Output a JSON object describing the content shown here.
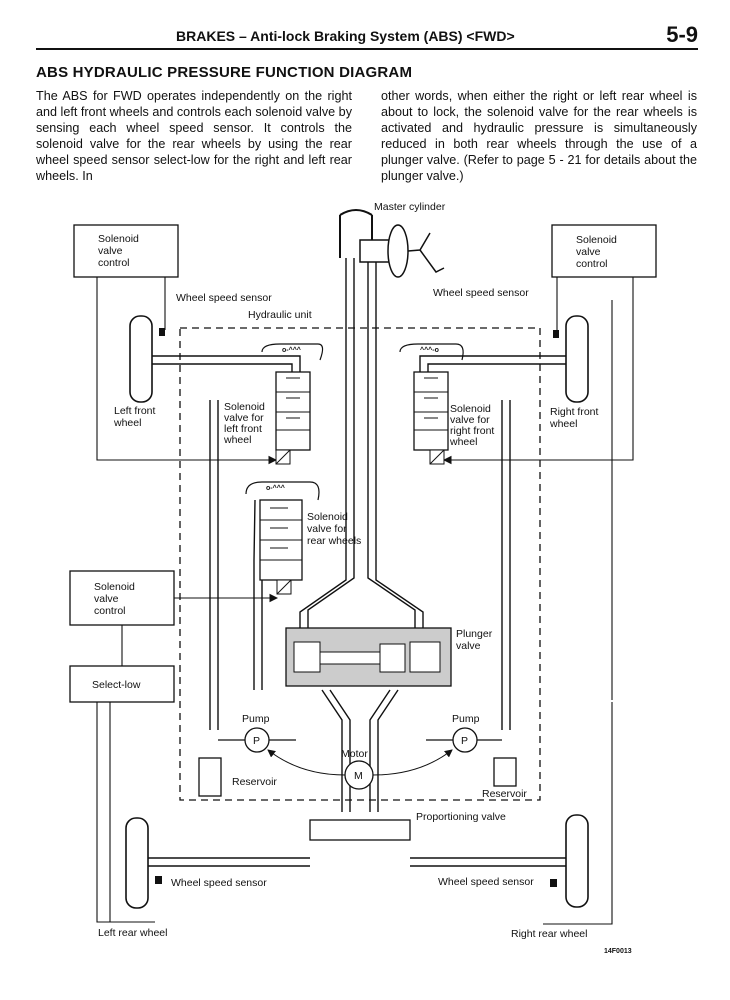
{
  "header": {
    "title": "BRAKES – Anti-lock Braking System (ABS) <FWD>",
    "page": "5-9"
  },
  "section_title": "ABS HYDRAULIC PRESSURE FUNCTION DIAGRAM",
  "body_left": "The ABS for FWD operates independently on the right and left front wheels and controls each solenoid valve by sensing each wheel speed sensor. It controls the solenoid valve for the rear wheels by using the rear wheel speed sensor select-low for the right and left rear wheels. In",
  "body_right": "other words, when either the right or left rear wheel is about to lock, the solenoid valve for the rear wheels is activated and hydraulic pressure is simultaneously reduced in both rear wheels through the use of a plunger valve. (Refer to page 5 - 21 for details about the plunger valve.)",
  "diagram": {
    "master_cylinder": "Master cylinder",
    "hydraulic_unit": "Hydraulic unit",
    "solenoid_valve_control_left": [
      "Solenoid",
      "valve",
      "control"
    ],
    "solenoid_valve_control_right": [
      "Solenoid",
      "valve",
      "control"
    ],
    "solenoid_valve_control_rear": [
      "Solenoid",
      "valve",
      "control"
    ],
    "select_low": "Select-low",
    "wheel_speed_sensor_fl": "Wheel speed sensor",
    "wheel_speed_sensor_fr": "Wheel speed sensor",
    "wheel_speed_sensor_rl": "Wheel speed sensor",
    "wheel_speed_sensor_rr": "Wheel speed sensor",
    "left_front_wheel": [
      "Left front",
      "wheel"
    ],
    "right_front_wheel": [
      "Right front",
      "wheel"
    ],
    "solenoid_valve_lf": [
      "Solenoid",
      "valve for",
      "left front",
      "wheel"
    ],
    "solenoid_valve_rf": [
      "Solenoid",
      "valve for",
      "right front",
      "wheel"
    ],
    "solenoid_valve_rear": [
      "Solenoid",
      "valve for",
      "rear wheels"
    ],
    "plunger_valve": [
      "Plunger",
      "valve"
    ],
    "pump_left": "Pump",
    "pump_right": "Pump",
    "pump_symbol": "P",
    "motor": "Motor",
    "motor_symbol": "M",
    "reservoir_left": "Reservoir",
    "reservoir_right": "Reservoir",
    "proportioning_valve": "Proportioning valve",
    "left_rear_wheel": "Left rear wheel",
    "right_rear_wheel": "Right rear wheel",
    "figure_code": "14F0013"
  }
}
